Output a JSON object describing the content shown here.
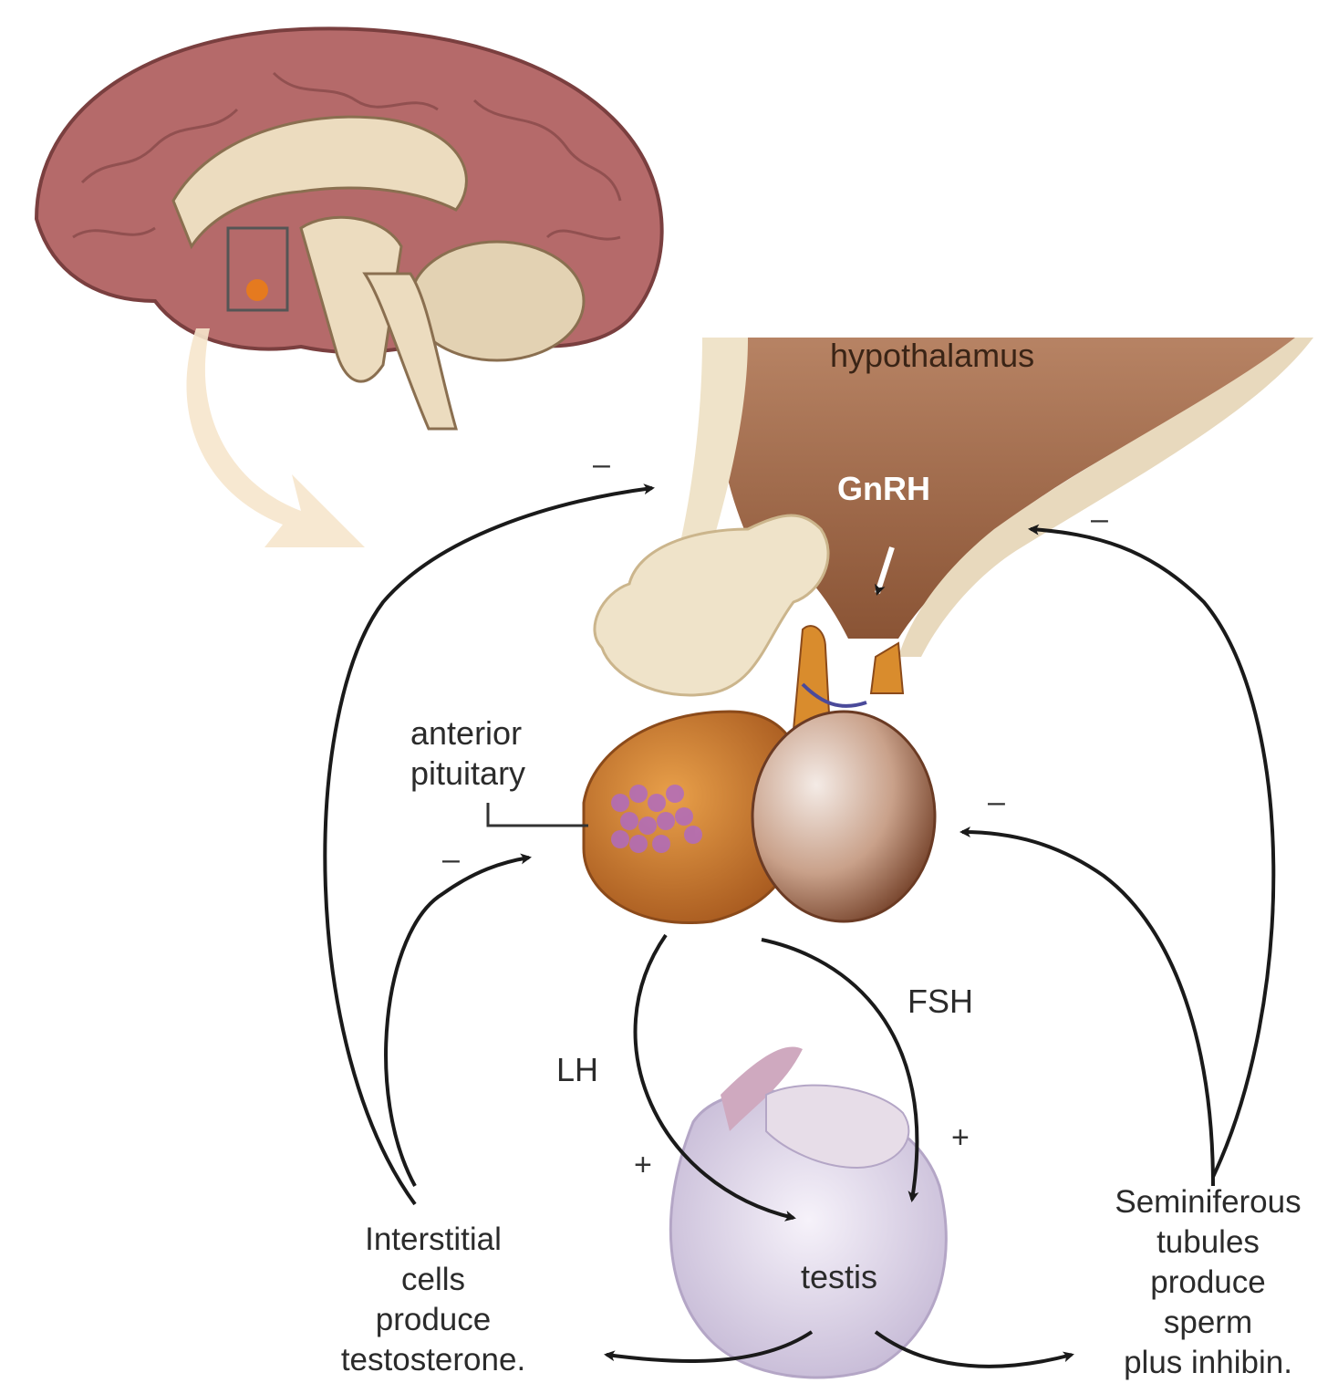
{
  "labels": {
    "hypothalamus": "hypothalamus",
    "gnrh": "GnRH",
    "anterior_pituitary_line1": "anterior",
    "anterior_pituitary_line2": "pituitary",
    "fsh": "FSH",
    "lh": "LH",
    "testis": "testis",
    "interstitial_cells": [
      "Interstitial",
      "cells",
      "produce",
      "testosterone."
    ],
    "seminiferous_tubules": [
      "Seminiferous",
      "tubules",
      "produce",
      "sperm",
      "plus inhibin."
    ]
  },
  "signs": {
    "minus": "–",
    "plus": "+"
  },
  "colors": {
    "brain_cortex": "#b56a6a",
    "brain_inner": "#ecdcbf",
    "hypothalamus": "#9a5f3f",
    "pituitary_anterior": "#cc7a2a",
    "pituitary_posterior": "#c9a68f",
    "testis": "#ddd6e6",
    "arrow": "#1a1a1a",
    "zoom_arrow": "#f6e6cc"
  }
}
